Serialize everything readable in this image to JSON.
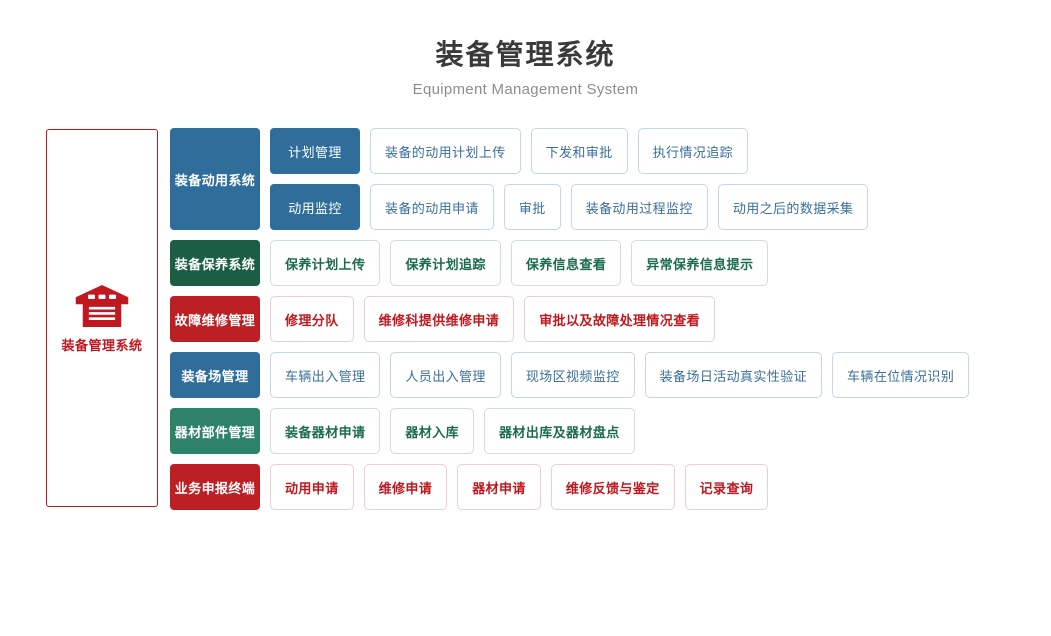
{
  "header": {
    "title_cn": "装备管理系统",
    "title_en": "Equipment Management System"
  },
  "root": {
    "label": "装备管理系统",
    "icon": "warehouse-icon",
    "color": "#c1181f"
  },
  "colors": {
    "blue": "#2f6d9b",
    "green_dark": "#1b5e43",
    "green_teal": "#2e8269",
    "red": "#bc1f24",
    "leaf_blue_text": "#3a6f99",
    "leaf_green_text": "#1b6b4c",
    "leaf_red_text": "#c1181f",
    "title_cn": "#3a3a3a",
    "title_en": "#8d8d8d"
  },
  "sections": [
    {
      "name": "装备动用系统",
      "color": "blue",
      "rows": [
        {
          "subcategory": "计划管理",
          "subcategory_color": "blue",
          "leaves": [
            "装备的动用计划上传",
            "下发和审批",
            "执行情况追踪"
          ]
        },
        {
          "subcategory": "动用监控",
          "subcategory_color": "blue",
          "leaves": [
            "装备的动用申请",
            "审批",
            "装备动用过程监控",
            "动用之后的数据采集"
          ]
        }
      ]
    },
    {
      "name": "装备保养系统",
      "color": "green_dark",
      "rows": [
        {
          "subcategory": null,
          "leaves": [
            "保养计划上传",
            "保养计划追踪",
            "保养信息查看",
            "异常保养信息提示"
          ]
        }
      ]
    },
    {
      "name": "故障维修管理",
      "color": "red",
      "rows": [
        {
          "subcategory": null,
          "leaves": [
            "修理分队",
            "维修科提供维修申请",
            "审批以及故障处理情况查看"
          ]
        }
      ]
    },
    {
      "name": "装备场管理",
      "color": "blue",
      "rows": [
        {
          "subcategory": null,
          "leaves": [
            "车辆出入管理",
            "人员出入管理",
            "现场区视频监控",
            "装备场日活动真实性验证",
            "车辆在位情况识别"
          ]
        }
      ]
    },
    {
      "name": "器材部件管理",
      "color": "green_teal",
      "rows": [
        {
          "subcategory": null,
          "leaves": [
            "装备器材申请",
            "器材入库",
            "器材出库及器材盘点"
          ]
        }
      ]
    },
    {
      "name": "业务申报终端",
      "color": "red",
      "rows": [
        {
          "subcategory": null,
          "leaves": [
            "动用申请",
            "维修申请",
            "器材申请",
            "维修反馈与鉴定",
            "记录查询"
          ]
        }
      ]
    }
  ]
}
